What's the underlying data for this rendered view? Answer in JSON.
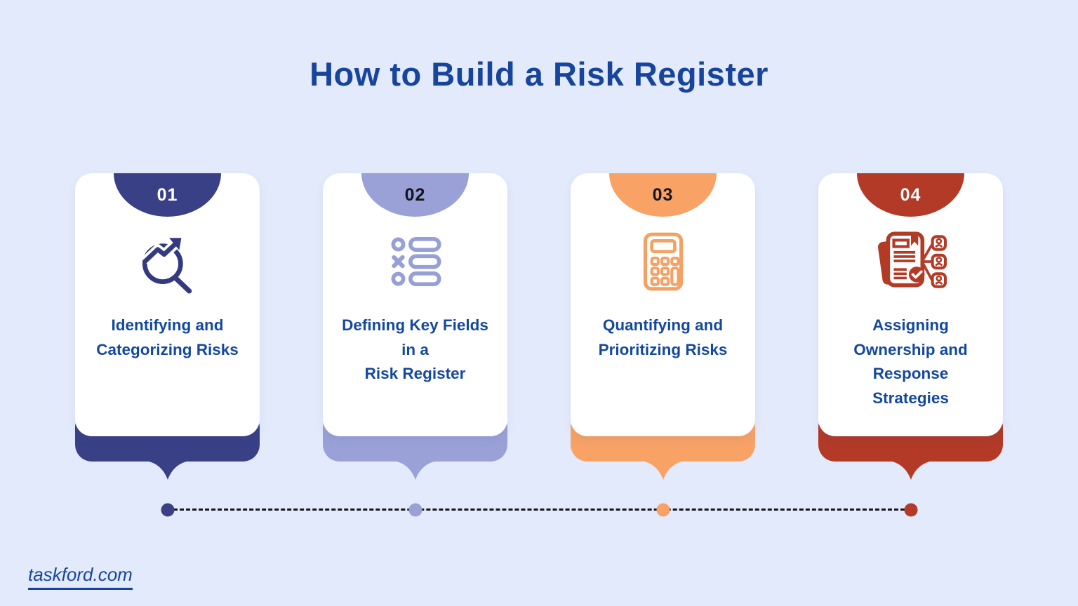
{
  "title": "How to Build a Risk Register",
  "footer": {
    "site": "taskford.com"
  },
  "colors": {
    "background": "#E3EAFB",
    "card": "#FFFFFF",
    "heading_text": "#17459C",
    "card_text": "#14489E",
    "timeline_line": "#161616",
    "step1": "#3A4086",
    "step2": "#9AA1D7",
    "step3": "#F8A266",
    "step4": "#B23A26"
  },
  "steps": [
    {
      "number": "01",
      "icon": "trend-analysis-magnifier-icon",
      "color": "#3A4086",
      "number_color": "#FFFFFF",
      "label_lines": [
        "Identifying and",
        "Categorizing Risks"
      ]
    },
    {
      "number": "02",
      "icon": "fields-checklist-icon",
      "color": "#9AA1D7",
      "number_color": "#15151C",
      "label_lines": [
        "Defining Key Fields",
        "in a",
        "Risk Register"
      ]
    },
    {
      "number": "03",
      "icon": "calculator-icon",
      "color": "#F8A266",
      "number_color": "#15151C",
      "label_lines": [
        "Quantifying and",
        "Prioritizing Risks"
      ]
    },
    {
      "number": "04",
      "icon": "ownership-assignment-icon",
      "color": "#B23A26",
      "number_color": "#FFFFFF",
      "label_lines": [
        "Assigning",
        "Ownership and",
        "Response",
        "Strategies"
      ]
    }
  ]
}
